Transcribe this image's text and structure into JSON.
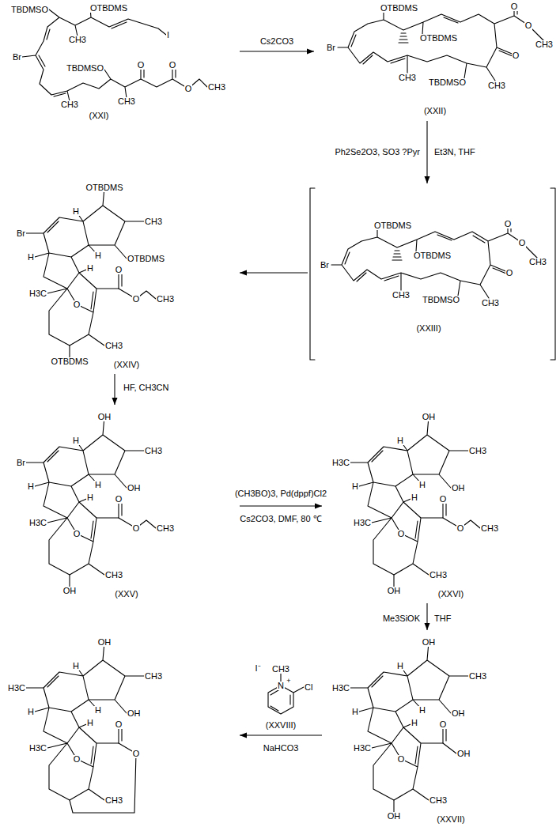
{
  "diagram": {
    "nodes": [
      {
        "text": [
          "TBDMSO",
          "OTBDMS",
          "CH3",
          "I",
          "Br",
          "TBDMSO",
          "O",
          "O",
          "CH3",
          "O",
          "CH3",
          "CH3",
          "(XXI)"
        ]
      },
      {
        "text": [
          "OTBDMS",
          "Br",
          "OTBDMS",
          "O",
          "O",
          "CH3",
          "O",
          "TBDMSO",
          "CH3",
          "CH3",
          "(XXII)"
        ]
      },
      {
        "text": [
          "OTBDMS",
          "Br",
          "OTBDMS",
          "O",
          "O",
          "CH3",
          "O",
          "TBDMSO",
          "CH3",
          "CH3",
          "(XXIII)"
        ]
      },
      {
        "text": [
          "Br",
          "H",
          "OTBDMS",
          "CH3",
          "H",
          "H",
          "OTBDMS",
          "H",
          "H3C",
          "O",
          "O",
          "O",
          "CH3",
          "OTBDMS",
          "CH3",
          "(XXIV)"
        ]
      },
      {
        "text": [
          "Br",
          "H",
          "OH",
          "CH3",
          "H",
          "H",
          "OH",
          "H",
          "H3C",
          "O",
          "O",
          "O",
          "CH3",
          "OH",
          "CH3",
          "(XXV)"
        ]
      },
      {
        "text": [
          "H3C",
          "H",
          "OH",
          "CH3",
          "H",
          "H",
          "OH",
          "H",
          "H3C",
          "O",
          "O",
          "O",
          "CH3",
          "OH",
          "CH3",
          "(XXVI)"
        ]
      },
      {
        "text": [
          "H3C",
          "H",
          "OH",
          "CH3",
          "H",
          "H",
          "OH",
          "H",
          "H3C",
          "O",
          "O",
          "OH",
          "OH",
          "CH3",
          "(XXVII)"
        ]
      },
      {
        "text": [
          "H3C",
          "H",
          "OH",
          "CH3",
          "H",
          "H",
          "OH",
          "H",
          "H3C",
          "O",
          "O",
          "O",
          "CH3"
        ]
      }
    ],
    "edges": [
      {
        "from": 0,
        "to": 1,
        "label": "Cs2CO3",
        "arrow": "to"
      },
      {
        "from": 1,
        "to": 2,
        "label": "Ph2Se2O3, SO3 ?Pyr",
        "arrow": "to"
      },
      {
        "from": 2,
        "to": 3,
        "arrow": "to"
      },
      {
        "from": 3,
        "to": 4,
        "label": "HF, CH3CN",
        "arrow": "to"
      },
      {
        "from": 4,
        "to": 5,
        "label": "(CH3BO)3, Pd(dppf)Cl2",
        "arrow": "to"
      },
      {
        "from": 5,
        "to": 6,
        "label": "Me3SiOK",
        "arrow": "to"
      },
      {
        "from": 6,
        "to": 7,
        "label": "NaHCO3",
        "arrow": "to"
      }
    ],
    "labels": [
      "Et3N, THF",
      "Cs2CO3, DMF, 80 ℃",
      "THF",
      "I⁻",
      "CH3",
      "N",
      "+",
      "Cl",
      "(XXVIII)"
    ]
  }
}
